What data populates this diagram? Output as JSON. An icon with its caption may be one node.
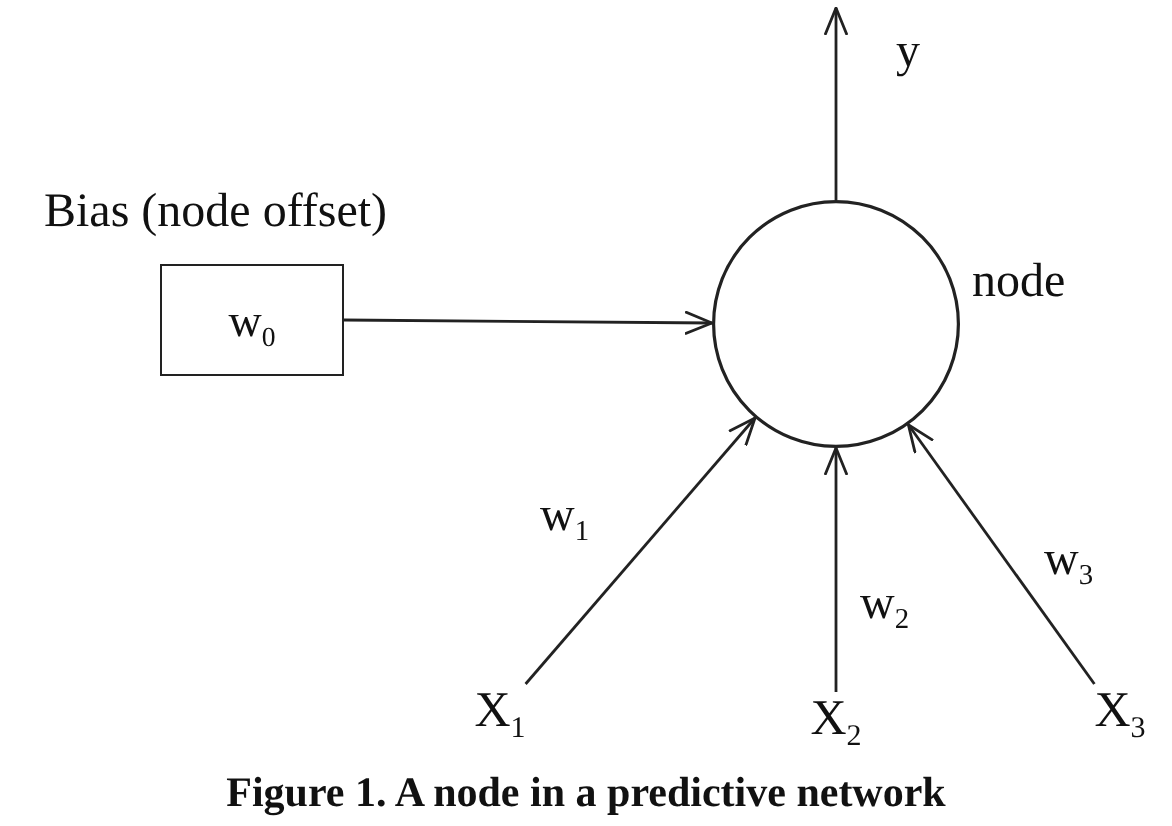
{
  "diagram": {
    "caption": "Figure 1. A node in a predictive network",
    "nodes": [
      {
        "text": [
          "w$_{0}$"
        ],
        "beside": [
          "Bias (node offset)"
        ]
      },
      {
        "text": [],
        "shape": "circle",
        "beside": [
          "node"
        ]
      },
      {
        "text": [
          "X$_{1}$"
        ]
      },
      {
        "text": [
          "X$_{2}$"
        ]
      },
      {
        "text": [
          "X$_{3}$"
        ]
      }
    ],
    "edges": [
      {
        "from": 0,
        "to": 1,
        "arrow": "to"
      },
      {
        "from": 1,
        "to": null,
        "arrow": "to",
        "label": "y"
      },
      {
        "from": 2,
        "to": 1,
        "arrow": "to",
        "label": "w$_{1}$"
      },
      {
        "from": 3,
        "to": 1,
        "arrow": "to",
        "label": "w$_{2}$"
      },
      {
        "from": 4,
        "to": 1,
        "arrow": "to",
        "label": "w$_{3}$"
      }
    ]
  }
}
